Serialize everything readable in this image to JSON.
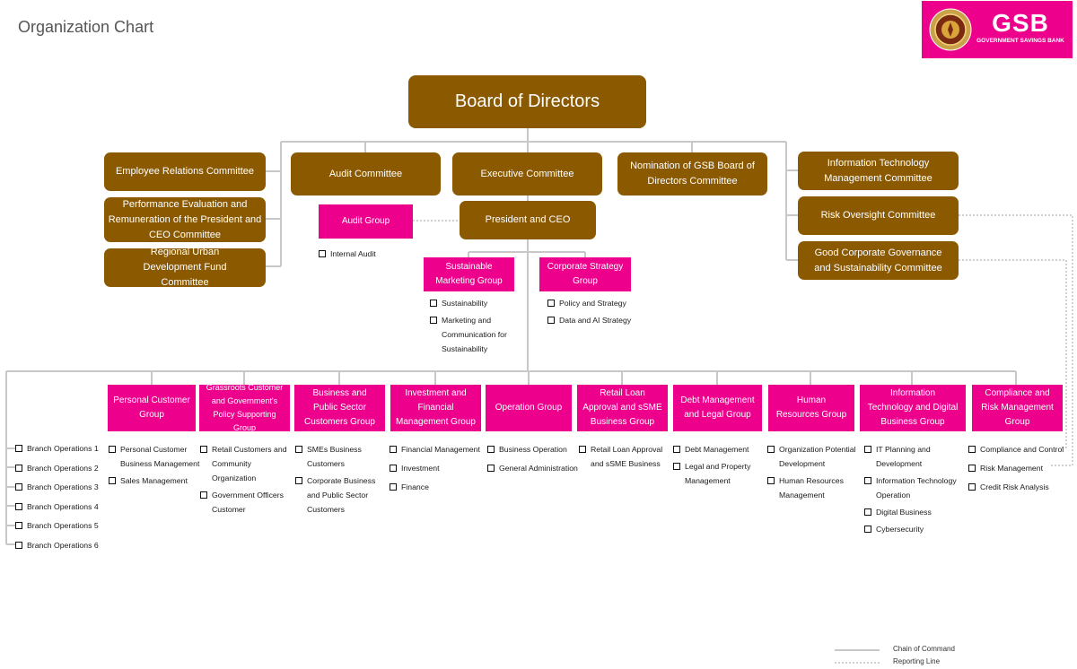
{
  "page_title": "Organization Chart",
  "logo": {
    "word": "GSB",
    "subtitle": "GOVERNMENT SAVINGS BANK",
    "color": "#ec008c"
  },
  "colors": {
    "committee": "#8b5a00",
    "group": "#ec008c",
    "line": "#c8c8c8"
  },
  "board": "Board of Directors",
  "committees": {
    "employee_relations": "Employee Relations Committee",
    "performance_evaluation": "Performance  Evaluation and Remuneration of the President and CEO Committee",
    "regional_urban": "Regional Urban Development Fund Committee",
    "audit": "Audit Committee",
    "executive": "Executive Committee",
    "nomination": "Nomination of GSB Board of Directors Committee",
    "it_management": "Information Technology Management Committee",
    "risk_oversight": "Risk Oversight Committee",
    "good_governance": "Good Corporate Governance and Sustainability Committee"
  },
  "president": "President and CEO",
  "audit_group": {
    "title": "Audit Group",
    "items": [
      "Internal Audit"
    ]
  },
  "sustainable_marketing": {
    "title": "Sustainable Marketing Group",
    "items": [
      "Sustainability",
      "Marketing and Communication for Sustainability"
    ]
  },
  "corporate_strategy": {
    "title": "Corporate Strategy Group",
    "items": [
      "Policy and Strategy",
      "Data and AI Strategy"
    ]
  },
  "branch_operations": [
    "Branch Operations 1",
    "Branch Operations 2",
    "Branch Operations 3",
    "Branch Operations 4",
    "Branch Operations 5",
    "Branch Operations 6"
  ],
  "groups": [
    {
      "title": "Personal Customer Group",
      "items": [
        "Personal Customer Business Management",
        "Sales Management"
      ]
    },
    {
      "title": "Grassroots Customer and Government's Policy Supporting Group",
      "items": [
        "Retail Customers and Community Organization",
        "Government Officers Customer"
      ]
    },
    {
      "title": "Business and Public Sector Customers Group",
      "items": [
        "SMEs Business Customers",
        "Corporate Business and Public Sector Customers"
      ]
    },
    {
      "title": "Investment and Financial Management Group",
      "items": [
        "Financial Management",
        "Investment",
        "Finance"
      ]
    },
    {
      "title": "Operation Group",
      "items": [
        "Business Operation",
        "General Administration"
      ]
    },
    {
      "title": "Retail Loan Approval and sSME Business Group",
      "items": [
        "Retail Loan Approval and sSME Business"
      ]
    },
    {
      "title": "Debt Management and Legal Group",
      "items": [
        "Debt Management",
        "Legal and Property Management"
      ]
    },
    {
      "title": "Human Resources Group",
      "items": [
        "Organization Potential Development",
        "Human Resources Management"
      ]
    },
    {
      "title": "Information Technology and Digital Business Group",
      "items": [
        "IT Planning and Development",
        "Information Technology Operation",
        "Digital Business",
        "Cybersecurity"
      ]
    },
    {
      "title": "Compliance and Risk Management Group",
      "items": [
        "Compliance and Control",
        "Risk Management",
        "Credit Risk Analysis"
      ]
    }
  ],
  "legend": {
    "chain": "Chain of Command",
    "reporting": "Reporting Line"
  }
}
